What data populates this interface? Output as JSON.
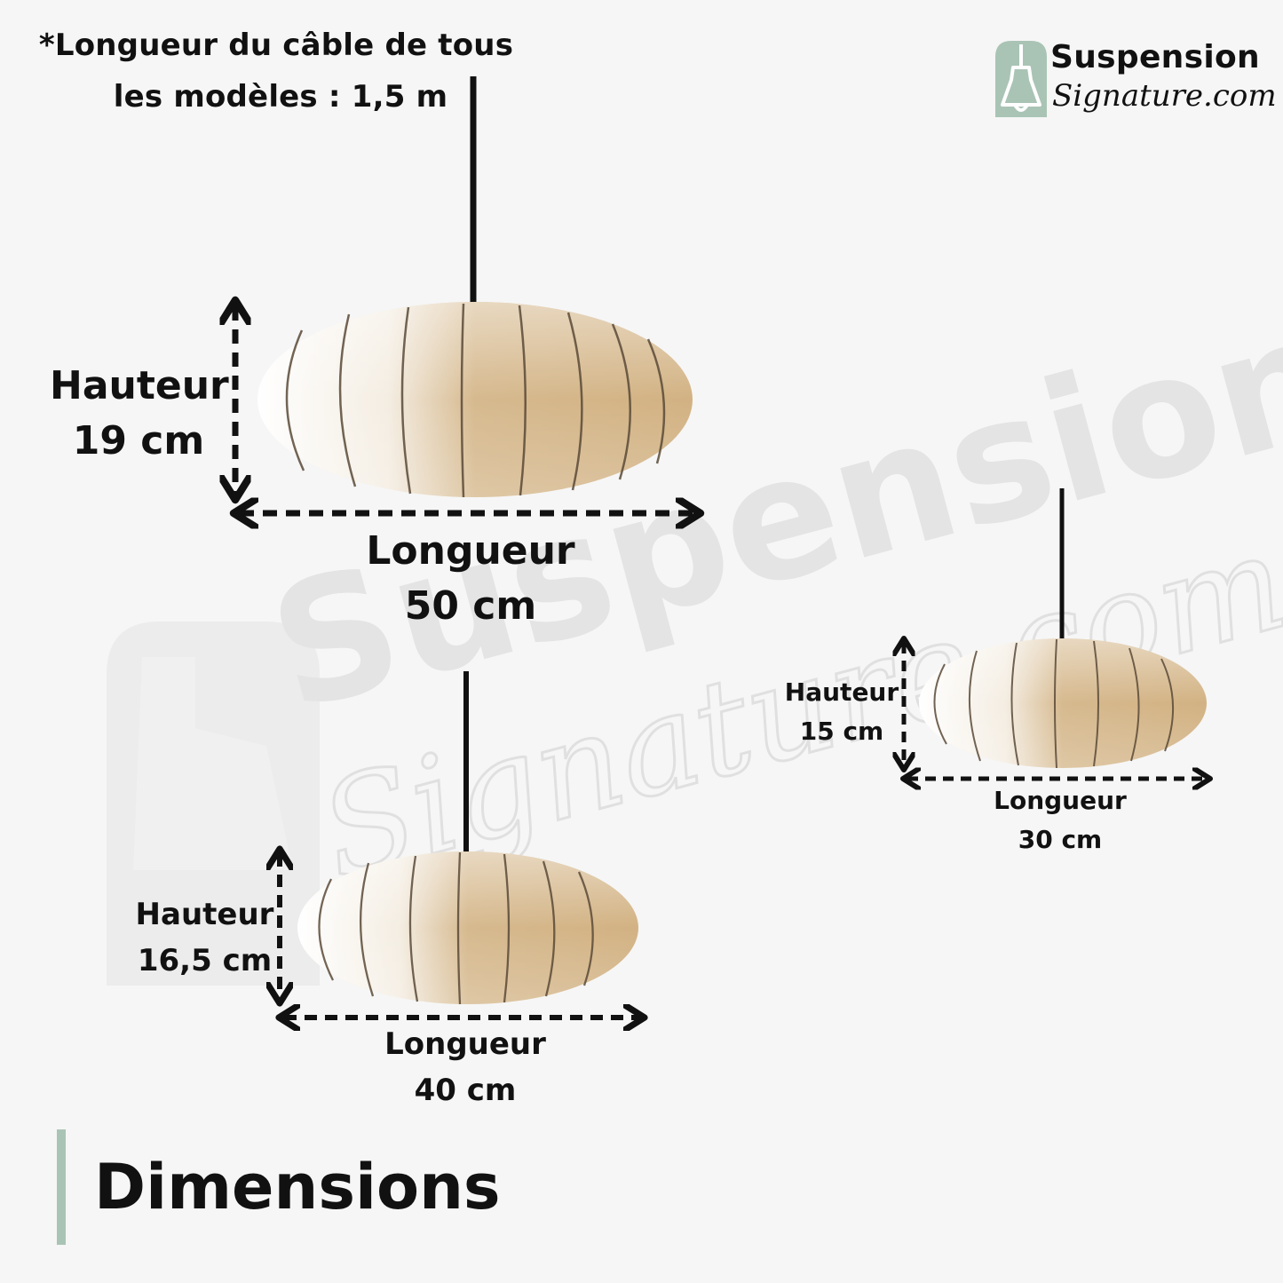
{
  "note": {
    "line1": "*Longueur du câble de tous",
    "line2": "les modèles : 1,5 m"
  },
  "logo": {
    "line1": "Suspension",
    "line2": "Signature.com"
  },
  "watermark": {
    "line1": "Suspension",
    "line2": "Signature.com"
  },
  "lamp_large": {
    "height_label": "Hauteur",
    "height_value": "19 cm",
    "length_label": "Longueur",
    "length_value": "50 cm"
  },
  "lamp_medium": {
    "height_label": "Hauteur",
    "height_value": "16,5 cm",
    "length_label": "Longueur",
    "length_value": "40 cm"
  },
  "lamp_small": {
    "height_label": "Hauteur",
    "height_value": "15 cm",
    "length_label": "Longueur",
    "length_value": "30 cm"
  },
  "title": "Dimensions",
  "colors": {
    "background": "#f6f6f6",
    "accent": "#a9c4b5",
    "shade": "#d4b68b",
    "text": "#111111"
  }
}
